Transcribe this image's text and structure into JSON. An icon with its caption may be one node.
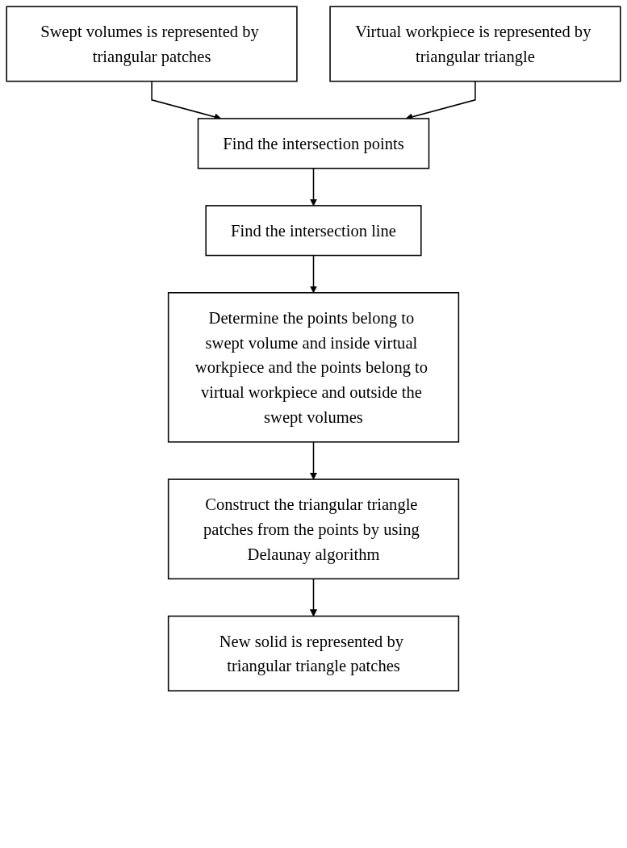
{
  "diagram": {
    "nodes": [
      {
        "text": [
          "Swept volumes is represented by triangular patches"
        ]
      },
      {
        "text": [
          "Virtual workpiece is represented by triangular triangle"
        ]
      },
      {
        "text": [
          "Find the intersection points"
        ]
      },
      {
        "text": [
          "Find the intersection line"
        ]
      },
      {
        "text": [
          "Determine the points belong to swept volume and inside virtual workpiece and the points belong to virtual workpiece and outside the swept volumes"
        ]
      },
      {
        "text": [
          "Construct the triangular triangle patches from the points by using Delaunay algorithm"
        ]
      },
      {
        "text": [
          "New solid is represented by triangular triangle patches"
        ]
      }
    ],
    "edges": [
      {
        "from": 0,
        "to": 2,
        "arrow": "to"
      },
      {
        "from": 1,
        "to": 2,
        "arrow": "to"
      },
      {
        "from": 2,
        "to": 3,
        "arrow": "to"
      },
      {
        "from": 3,
        "to": 4,
        "arrow": "to"
      },
      {
        "from": 4,
        "to": 5,
        "arrow": "to"
      },
      {
        "from": 5,
        "to": 6,
        "arrow": "to"
      }
    ]
  }
}
